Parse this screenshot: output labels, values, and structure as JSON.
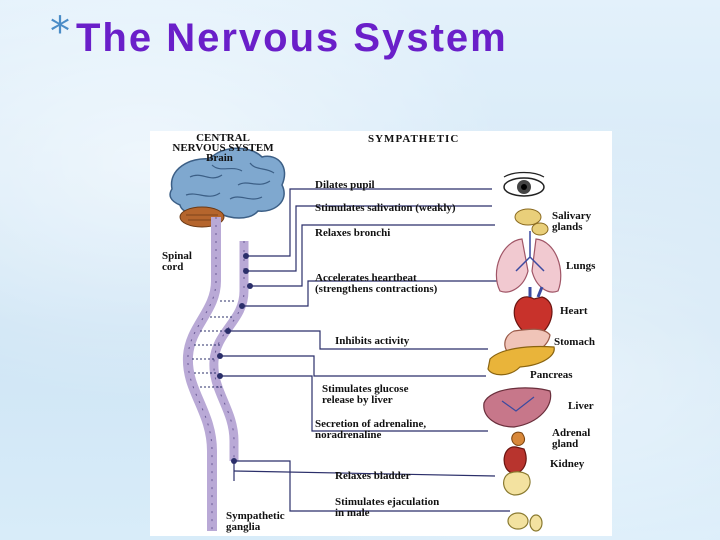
{
  "slide": {
    "asterisk": "*",
    "title": "The Nervous System"
  },
  "diagram": {
    "header_cns": "CENTRAL\nNERVOUS SYSTEM",
    "brain_label": "Brain",
    "header_sympathetic": "SYMPATHETIC",
    "spinal_cord_label": "Spinal\ncord",
    "ganglia_label": "Sympathetic\nganglia",
    "effects": [
      "Dilates pupil",
      "Stimulates salivation (weakly)",
      "Relaxes bronchi",
      "Accelerates heartbeat\n(strengthens contractions)",
      "Inhibits activity",
      "Stimulates glucose\nrelease by liver",
      "Secretion of adrenaline,\nnoradrenaline",
      "Relaxes bladder",
      "Stimulates ejaculation\nin male"
    ],
    "organs": [
      "Salivary\nglands",
      "Lungs",
      "Heart",
      "Stomach",
      "Pancreas",
      "Liver",
      "Adrenal\ngland",
      "Kidney"
    ],
    "colors": {
      "brain": "#7fa8cf",
      "cerebellum": "#b5652d",
      "spinal_cord": "#b9a9d6",
      "nerve_line": "#2b2f6a",
      "heart": "#c8322b",
      "liver": "#c7778a",
      "pancreas": "#e9b43a",
      "lungs": "#f1c9d0"
    }
  }
}
